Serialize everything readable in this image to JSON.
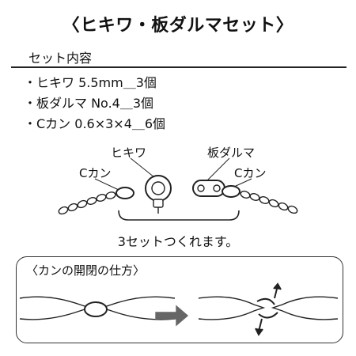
{
  "title": "〈ヒキワ・板ダルマセット〉",
  "contents_label": "セット内容",
  "items": [
    {
      "bullet": "・",
      "text": "ヒキワ 5.5mm＿3個"
    },
    {
      "bullet": "・",
      "text": "板ダルマ No.4＿3個"
    },
    {
      "bullet": "・",
      "text": "Cカン 0.6×3×4＿6個"
    }
  ],
  "diagram": {
    "label_hikiwa": "ヒキワ",
    "label_ckan_left": "Cカン",
    "label_itadaruma": "板ダルマ",
    "label_ckan_right": "Cカン",
    "caption": "3セットつくれます。"
  },
  "howto": {
    "title": "〈カンの開閉の仕方〉"
  }
}
